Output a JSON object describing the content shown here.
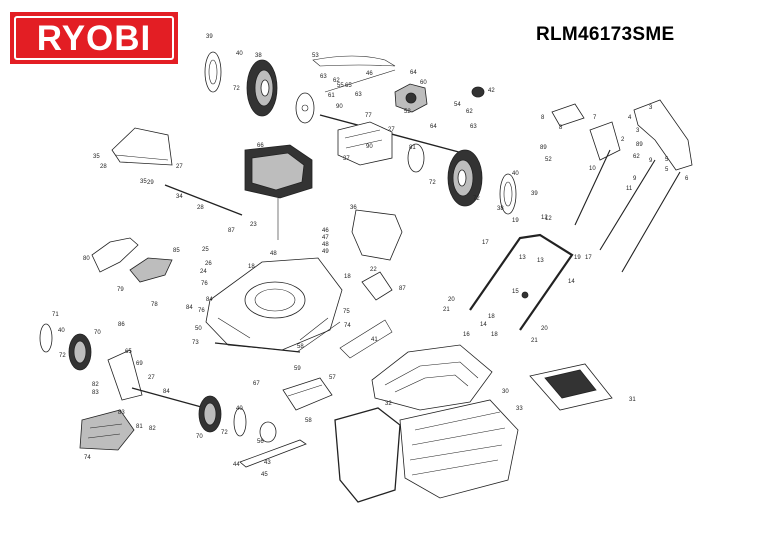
{
  "brand": {
    "logo_text": "RYOBI",
    "color": "#e31e24"
  },
  "model": "RLM46173SME",
  "part_labels": [
    "39",
    "40",
    "38",
    "72",
    "61",
    "90",
    "53",
    "63",
    "62",
    "63",
    "64",
    "55",
    "65",
    "46",
    "60",
    "42",
    "52",
    "54",
    "62",
    "63",
    "64",
    "77",
    "27",
    "37",
    "90",
    "81",
    "72",
    "40",
    "38",
    "39",
    "72",
    "35",
    "28",
    "29",
    "35",
    "27",
    "34",
    "28",
    "66",
    "8",
    "7",
    "8",
    "5",
    "2",
    "4",
    "3",
    "89",
    "52",
    "3",
    "89",
    "10",
    "62",
    "9",
    "12",
    "11",
    "9",
    "5",
    "6",
    "23",
    "87",
    "25",
    "48",
    "26",
    "24",
    "18",
    "76",
    "84",
    "46",
    "47",
    "48",
    "49",
    "36",
    "80",
    "85",
    "79",
    "78",
    "84",
    "18",
    "22",
    "87",
    "86",
    "50",
    "76",
    "75",
    "74",
    "71",
    "40",
    "70",
    "72",
    "65",
    "69",
    "58",
    "59",
    "41",
    "73",
    "12",
    "19",
    "17",
    "13",
    "13",
    "19",
    "17",
    "14",
    "15",
    "20",
    "21",
    "18",
    "14",
    "16",
    "18",
    "20",
    "21",
    "82",
    "83",
    "27",
    "83",
    "81",
    "82",
    "84",
    "67",
    "40",
    "72",
    "70",
    "57",
    "56",
    "58",
    "74",
    "44",
    "43",
    "45",
    "30",
    "32",
    "33",
    "31"
  ]
}
